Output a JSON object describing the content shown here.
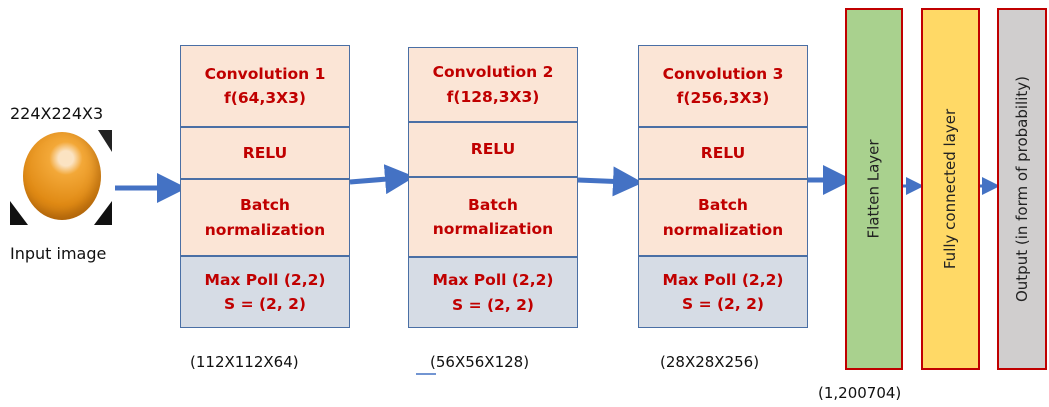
{
  "input": {
    "size_label": "224X224X3",
    "caption": "Input image"
  },
  "blocks": [
    {
      "conv_line1": "Convolution 1",
      "conv_line2": "f(64,3X3)",
      "relu": "RELU",
      "bn_line1": "Batch",
      "bn_line2": "normalization",
      "pool_line1": "Max Poll (2,2)",
      "pool_line2": "S = (2, 2)",
      "output_dim": "(112X112X64)"
    },
    {
      "conv_line1": "Convolution 2",
      "conv_line2": "f(128,3X3)",
      "relu": "RELU",
      "bn_line1": "Batch",
      "bn_line2": "normalization",
      "pool_line1": "Max Poll (2,2)",
      "pool_line2": "S = (2, 2)",
      "output_dim": "(56X56X128)"
    },
    {
      "conv_line1": "Convolution 3",
      "conv_line2": "f(256,3X3)",
      "relu": "RELU",
      "bn_line1": "Batch",
      "bn_line2": "normalization",
      "pool_line1": "Max Poll (2,2)",
      "pool_line2": "S = (2, 2)",
      "output_dim": "(28X28X256)"
    }
  ],
  "flatten": {
    "label": "Flatten Layer",
    "dim": "(1,200704)"
  },
  "fully_connected": {
    "label": "Fully connected layer"
  },
  "output": {
    "label": "Output (in form of probability)"
  },
  "colors": {
    "block_text": "#c00000",
    "block_border": "#4a6fa5",
    "conv_fill": "#fbe5d6",
    "pool_fill": "#d6dce5",
    "arrow": "#4472c4",
    "flatten_fill": "#a9d18e",
    "fc_fill": "#ffd966",
    "output_fill": "#d0cece",
    "layer_border": "#c00000"
  }
}
